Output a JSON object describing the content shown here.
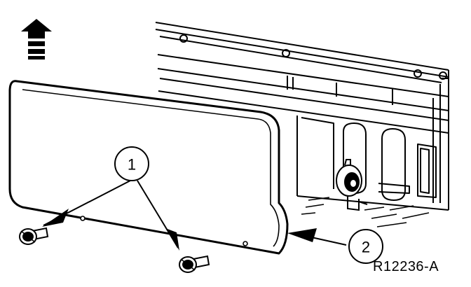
{
  "diagram": {
    "callouts": [
      {
        "id": "1",
        "label": "1"
      },
      {
        "id": "2",
        "label": "2"
      }
    ],
    "reference_code": "R12236-A",
    "icons": {
      "direction_indicator": "front-direction-arrow-icon",
      "fastener": "push-pin-retainer-icon"
    },
    "colors": {
      "line": "#000000",
      "background": "#ffffff"
    }
  }
}
